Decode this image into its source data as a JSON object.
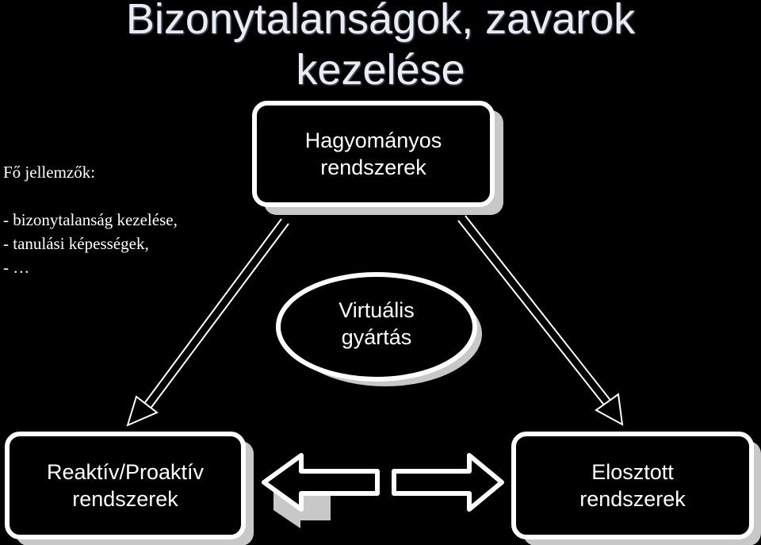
{
  "title": {
    "line1": "Bizonytalanságok, zavarok",
    "line2": "kezelése"
  },
  "notes": {
    "heading": "Fő jellemzők:",
    "items": [
      "- bizonytalanság kezelése,",
      "- tanulási képességek,",
      "- …"
    ]
  },
  "nodes": {
    "traditional": {
      "line1": "Hagyományos",
      "line2": "rendszerek"
    },
    "virtual": {
      "line1": "Virtuális",
      "line2": "gyártás"
    },
    "reactive": {
      "line1": "Reaktív/Proaktív",
      "line2": "rendszerek"
    },
    "distributed": {
      "line1": "Elosztott",
      "line2": "rendszerek"
    }
  },
  "colors": {
    "background": "#000000",
    "box_border": "#ffffff",
    "box_shadow": "#c8c8c8",
    "text": "#ffffff"
  }
}
